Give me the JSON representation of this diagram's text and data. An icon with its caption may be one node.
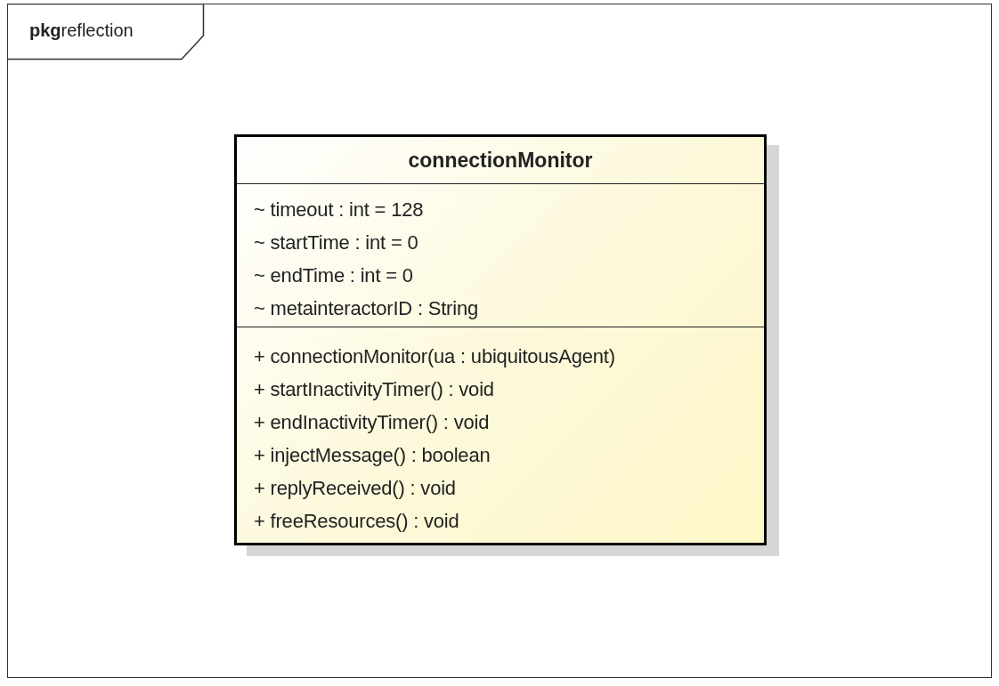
{
  "diagram": {
    "nodes": [
      {
        "text": [
          "**pkg**reflection"
        ]
      },
      {
        "text": [
          "connectionMonitor"
        ],
        "in": 0
      },
      {
        "text": [
          "~ timeout : int = 128",
          "~ startTime : int = 0",
          "~ endTime : int = 0",
          "~ metainteractorID : String"
        ],
        "in": 1
      },
      {
        "text": [
          "+ connectionMonitor(ua : ubiquitousAgent)",
          "+ startInactivityTimer() : void",
          "+ endInactivityTimer() : void",
          "+ injectMessage() : boolean",
          "+ replyReceived() : void",
          "+ freeResources() : void"
        ],
        "in": 1
      }
    ]
  }
}
